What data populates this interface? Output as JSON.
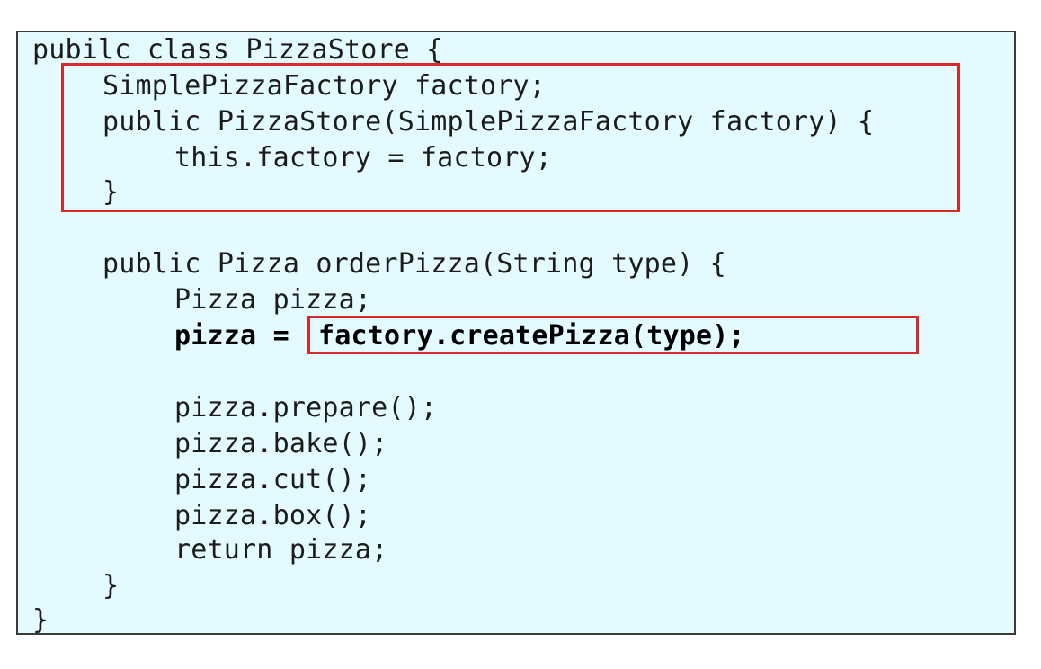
{
  "code": {
    "lines": [
      "pubilc class PizzaStore {",
      "SimplePizzaFactory factory;",
      "public PizzaStore(SimplePizzaFactory factory) {",
      "this.factory = factory;",
      "}",
      "public Pizza orderPizza(String type) {",
      "Pizza pizza;",
      "pizza = ",
      "factory.createPizza(type);",
      "pizza.prepare();",
      "pizza.bake();",
      "pizza.cut();",
      "pizza.box();",
      "return pizza;",
      "}",
      "}"
    ]
  },
  "colors": {
    "background": "#e3fbff",
    "highlight_border": "#d42a2a",
    "text": "#1c1c1c"
  }
}
